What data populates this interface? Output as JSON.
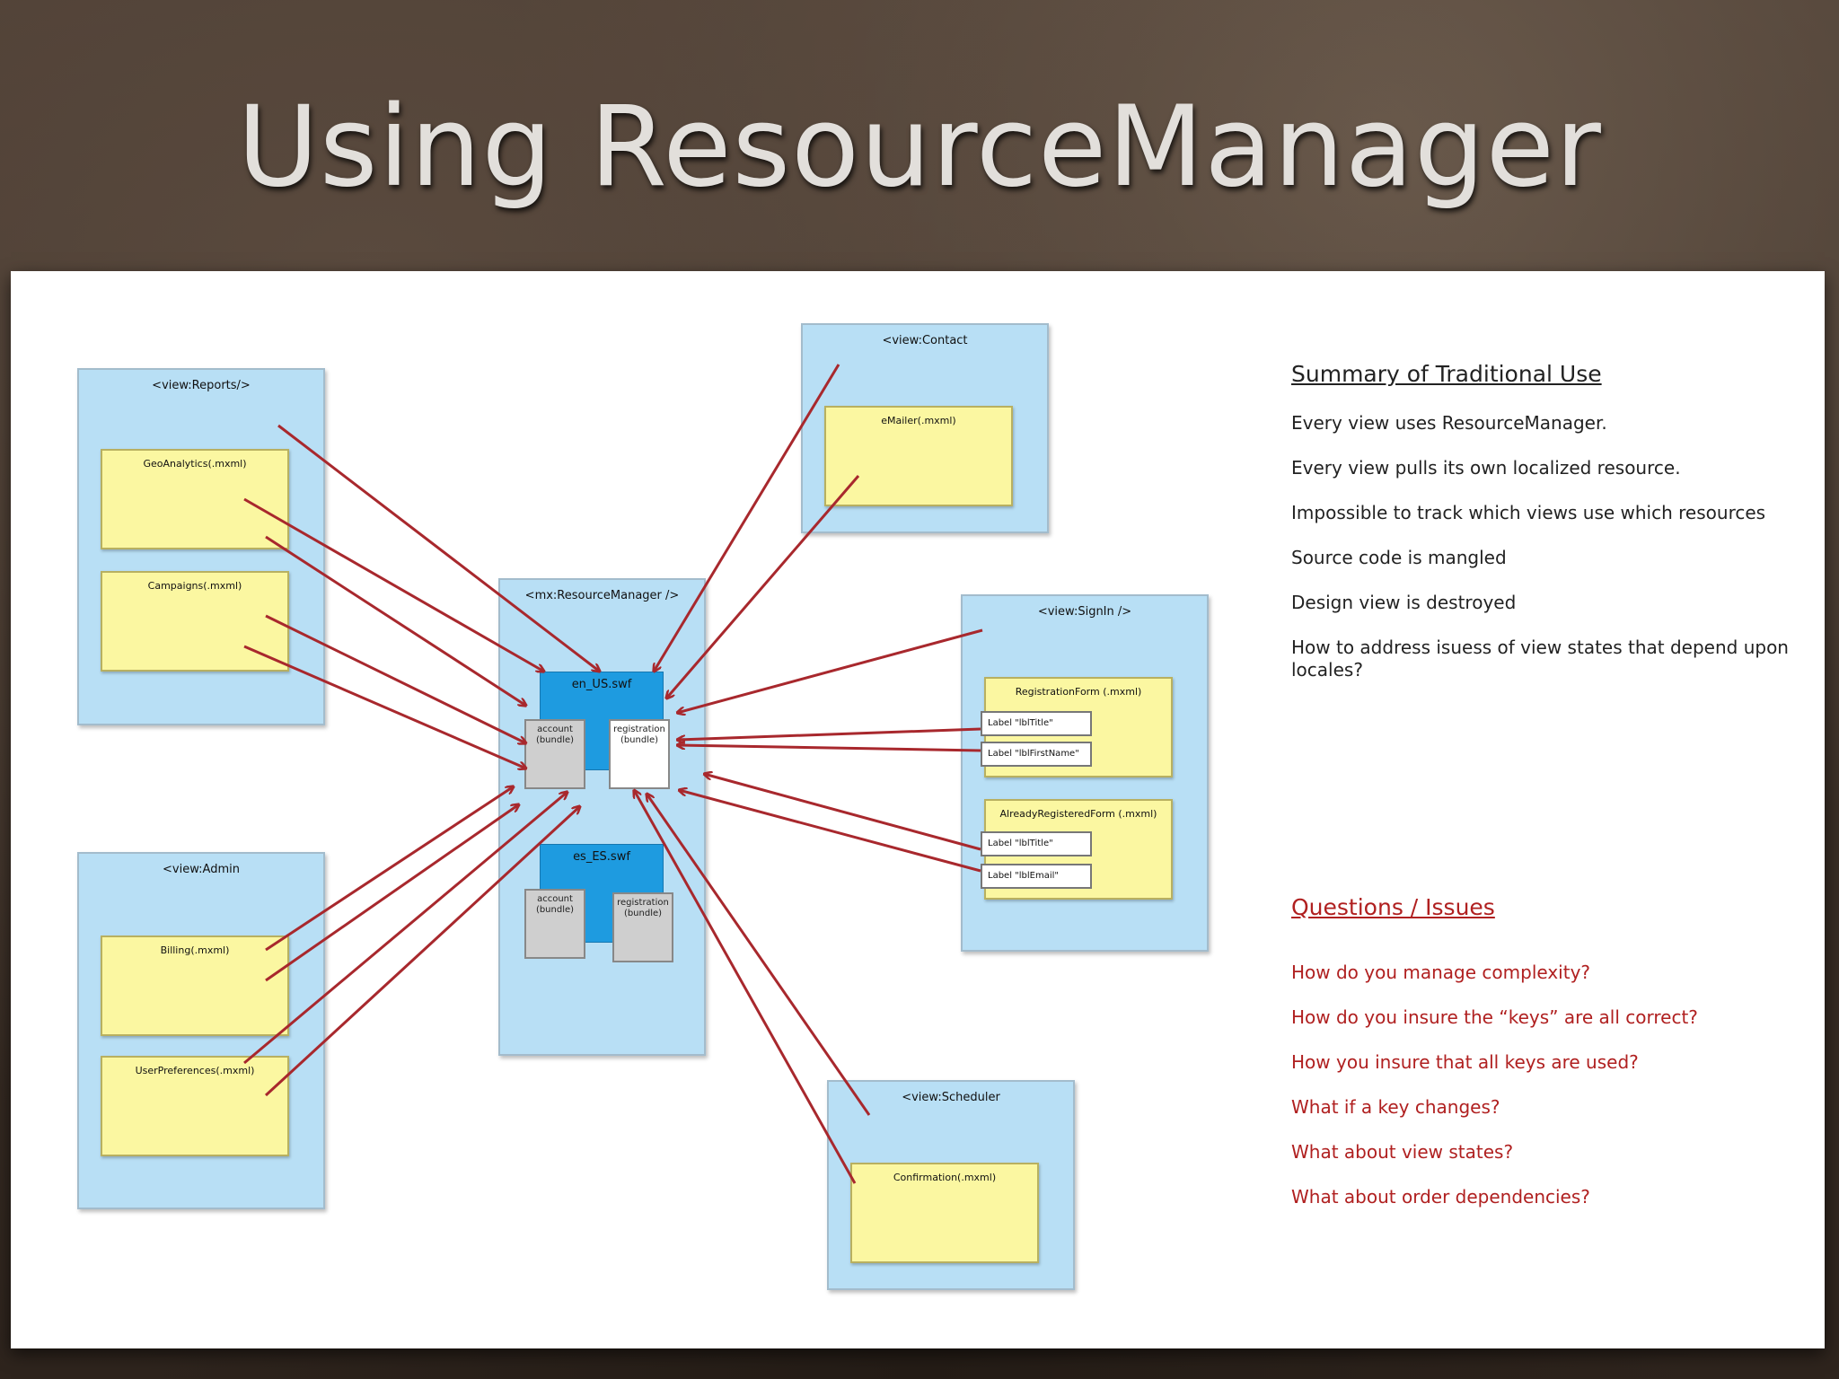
{
  "slide": {
    "title": "Using ResourceManager"
  },
  "views": {
    "reports": {
      "title": "<view:Reports/>",
      "files": [
        "GeoAnalytics(.mxml)",
        "Campaigns(.mxml)"
      ]
    },
    "admin": {
      "title": "<view:Admin",
      "files": [
        "Billing(.mxml)",
        "UserPreferences(.mxml)"
      ]
    },
    "contact": {
      "title": "<view:Contact",
      "files": [
        "eMailer(.mxml)"
      ]
    },
    "signin": {
      "title": "<view:SignIn />",
      "forms": [
        {
          "name": "RegistrationForm     (.mxml)",
          "labels": [
            "Label \"lblTitle\"",
            "Label \"lblFirstName\""
          ]
        },
        {
          "name": "AlreadyRegisteredForm   (.mxml)",
          "labels": [
            "Label \"lblTitle\"",
            "Label \"lblEmail\""
          ]
        }
      ]
    },
    "scheduler": {
      "title": "<view:Scheduler",
      "files": [
        "Confirmation(.mxml)"
      ]
    }
  },
  "resource_manager": {
    "title": "<mx:ResourceManager />",
    "locales": [
      {
        "name": "en_US.swf",
        "bundles": [
          "account\n(bundle)",
          "registration\n(bundle)"
        ]
      },
      {
        "name": "es_ES.swf",
        "bundles": [
          "account\n(bundle)",
          "registration\n(bundle)"
        ]
      }
    ]
  },
  "summary": {
    "heading": "Summary of Traditional Use",
    "items": [
      "Every view uses ResourceManager.",
      "Every view pulls its own localized resource.",
      "Impossible to track which views use which resources",
      "Source code is mangled",
      "Design view is destroyed",
      "How to address isuess of view states that depend upon locales?"
    ]
  },
  "issues": {
    "heading": "Questions / Issues",
    "items": [
      "How do you manage complexity?",
      "How do you insure the “keys” are all correct?",
      "How you insure that all keys are used?",
      "What if a key changes?",
      "What about view states?",
      "What about order dependencies?"
    ]
  },
  "colors": {
    "arrow": "#a8282d",
    "view_bg": "#b8dff5",
    "mxml_bg": "#fbf7a1",
    "swf_bg": "#1e9be0",
    "issue_text": "#b02020"
  }
}
